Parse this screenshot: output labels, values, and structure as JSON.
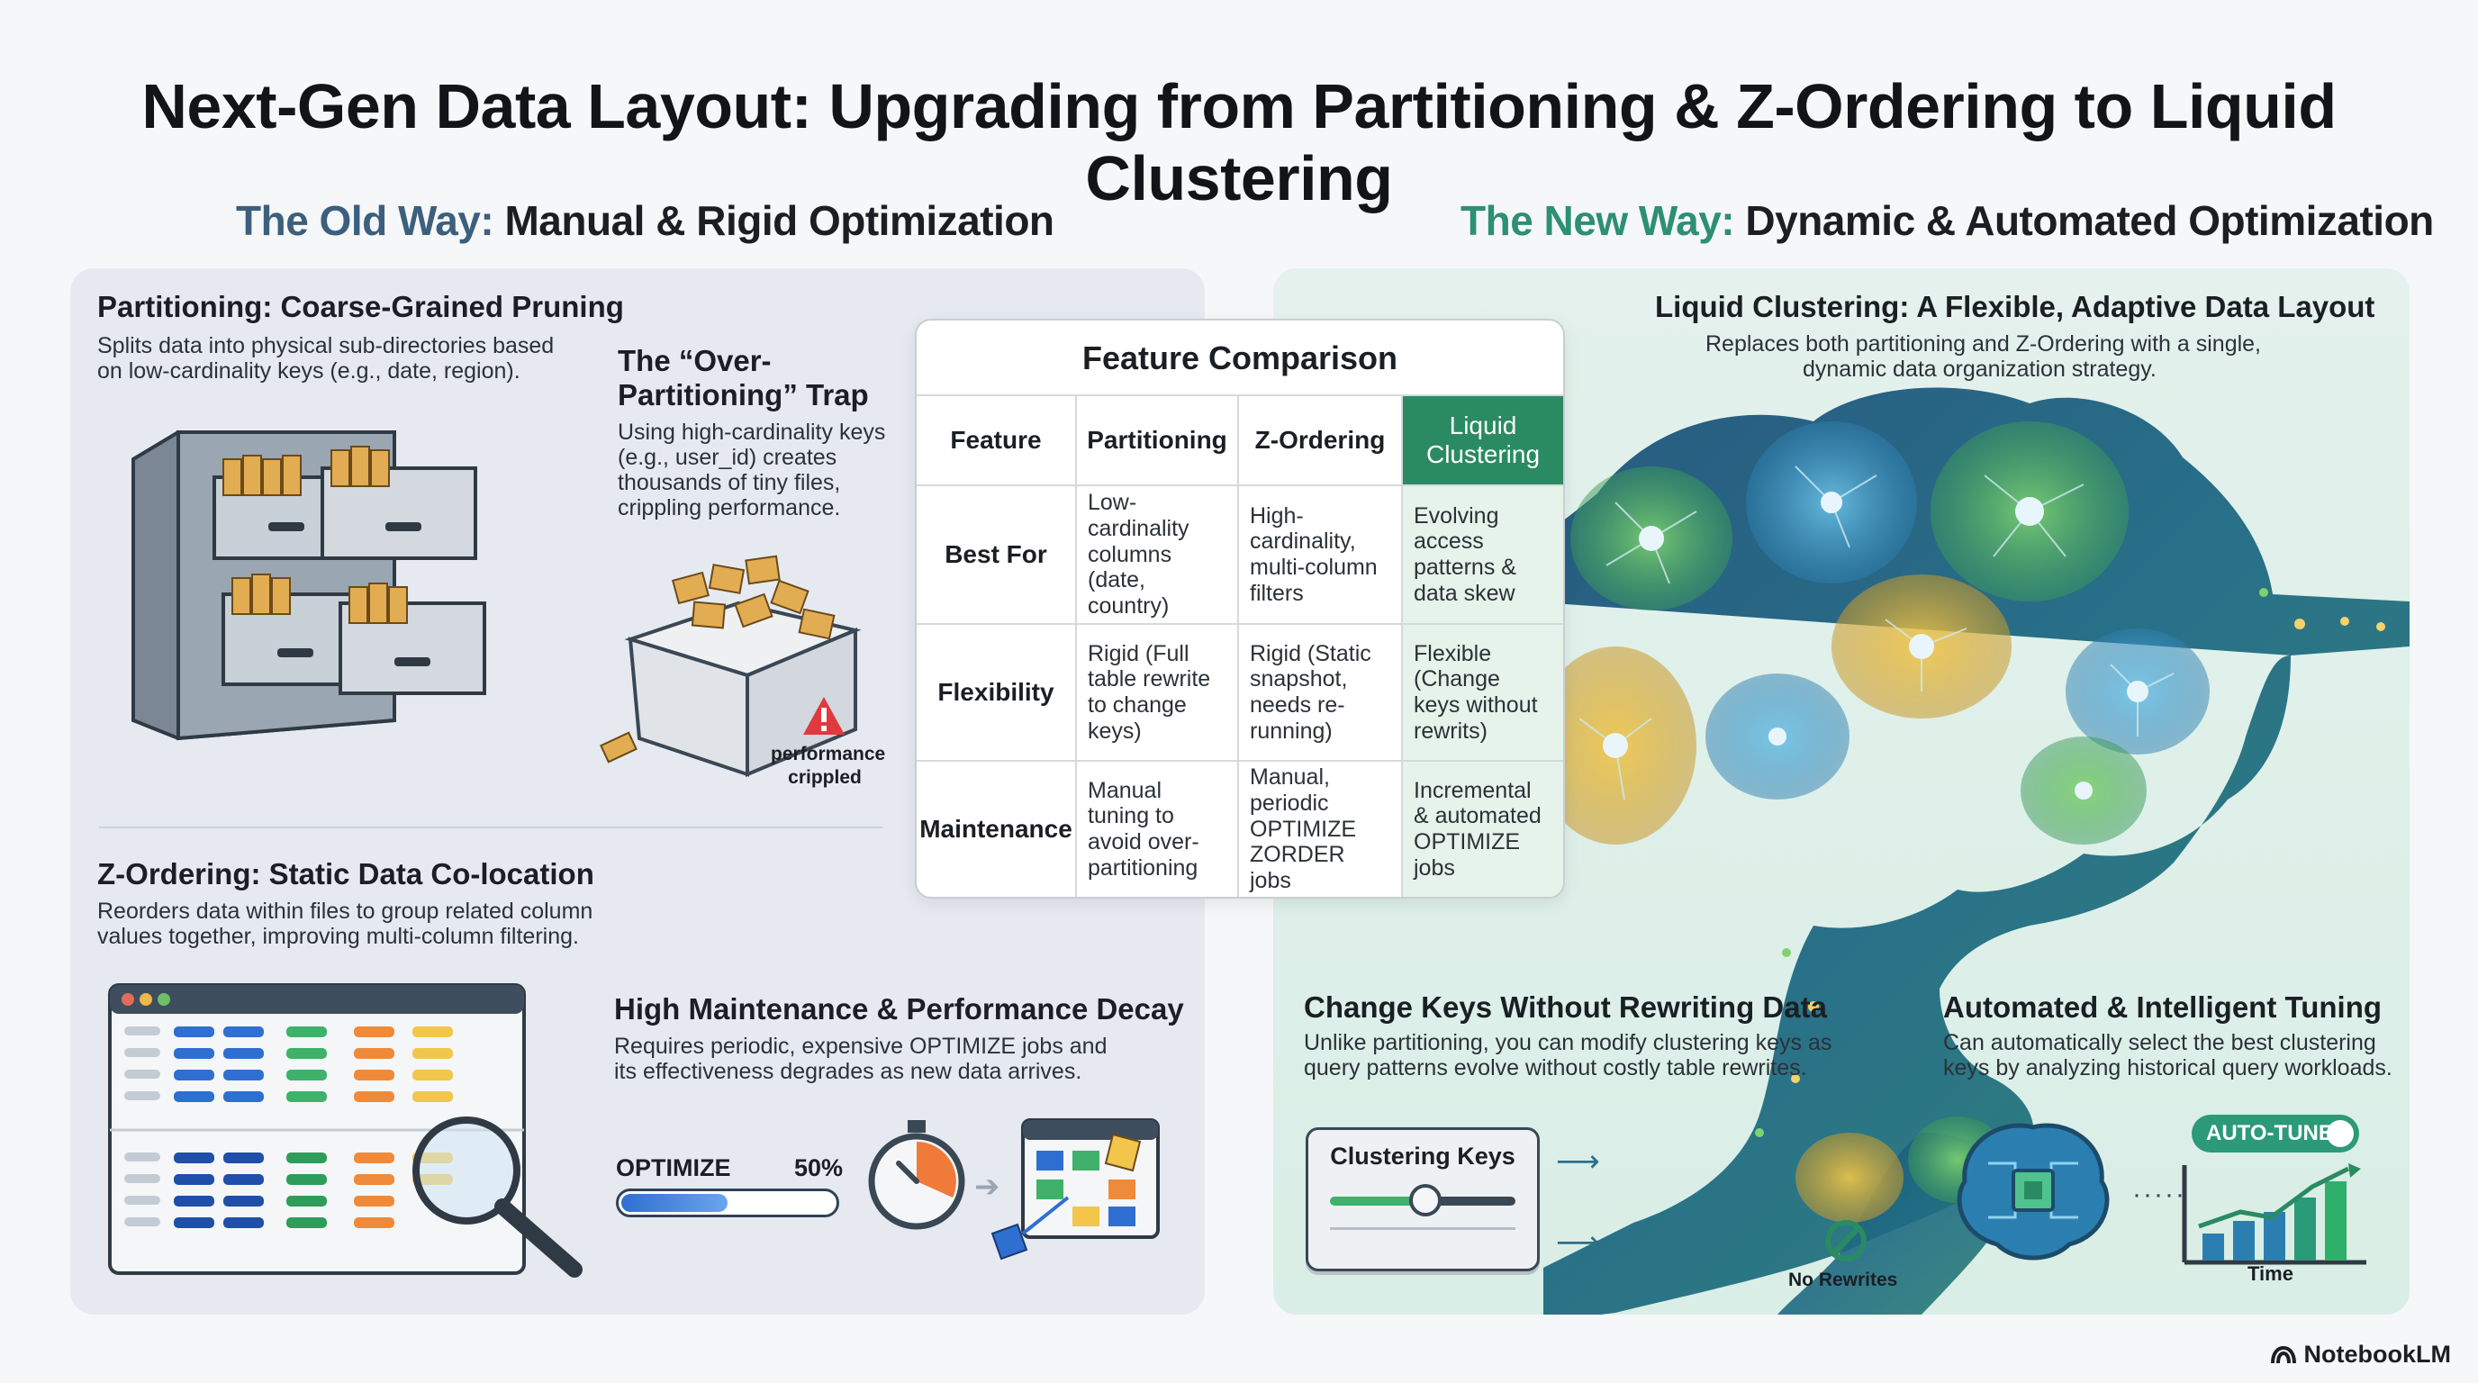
{
  "title": "Next-Gen Data Layout: Upgrading from Partitioning & Z-Ordering to Liquid Clustering",
  "old_way": {
    "accent": "The Old Way:",
    "heading": "Manual & Rigid Optimization",
    "partitioning": {
      "title": "Partitioning: Coarse-Grained Pruning",
      "line1": "Splits data into physical sub-directories based",
      "line2": "on low-cardinality keys (e.g., date, region)."
    },
    "trap": {
      "title1": "The “Over-",
      "title2": "Partitioning” Trap",
      "line1": "Using high-cardinality keys",
      "line2": "(e.g., user_id) creates",
      "line3": "thousands of tiny files,",
      "line4": "crippling performance.",
      "warning1": "performance",
      "warning2": "crippled"
    },
    "zorder": {
      "title": "Z-Ordering: Static Data Co-location",
      "line1": "Reorders data within files to group related column",
      "line2": "values together, improving multi-column filtering."
    },
    "maintenance": {
      "title": "High Maintenance & Performance Decay",
      "line1": "Requires periodic, expensive OPTIMIZE jobs and",
      "line2": "its effectiveness degrades as new data arrives.",
      "progress_label": "OPTIMIZE",
      "progress_text": "50%",
      "progress_value": 0.5
    }
  },
  "new_way": {
    "accent": "The New Way:",
    "heading": "Dynamic & Automated Optimization",
    "liquid": {
      "title": "Liquid Clustering: A Flexible, Adaptive Data Layout",
      "line1": "Replaces both partitioning and Z-Ordering with a single,",
      "line2": "dynamic data organization strategy."
    },
    "change_keys": {
      "title": "Change Keys Without Rewriting Data",
      "line1": "Unlike partitioning, you can modify clustering keys as",
      "line2": "query patterns evolve without costly table rewrites.",
      "slider_label": "Clustering Keys",
      "no_rewrites": "No Rewrites"
    },
    "auto": {
      "title": "Automated & Intelligent Tuning",
      "line1": "Can automatically select the best clustering",
      "line2": "keys by analyzing historical query workloads.",
      "toggle": "AUTO-TUNE",
      "axis": "Time"
    }
  },
  "comparison": {
    "title": "Feature Comparison",
    "headers": [
      "Feature",
      "Partitioning",
      "Z-Ordering",
      "Liquid Clustering"
    ],
    "rows": [
      [
        "Best For",
        "Low-cardinality columns (date, country)",
        "High-cardinality, multi-column filters",
        "Evolving access patterns & data skew"
      ],
      [
        "Flexibility",
        "Rigid (Full table rewrite to change keys)",
        "Rigid (Static snapshot, needs re-running)",
        "Flexible (Change keys without rewrits)"
      ],
      [
        "Maintenance",
        "Manual tuning to avoid over-partitioning",
        "Manual, periodic OPTIMIZE ZORDER jobs",
        "Incremental & automated OPTIMIZE jobs"
      ]
    ]
  },
  "brand": "NotebookLM",
  "colors": {
    "old_accent": "#3c5f7e",
    "new_accent": "#2d8f74",
    "liquid_header": "#2a8b63",
    "warning": "#e0393e"
  }
}
